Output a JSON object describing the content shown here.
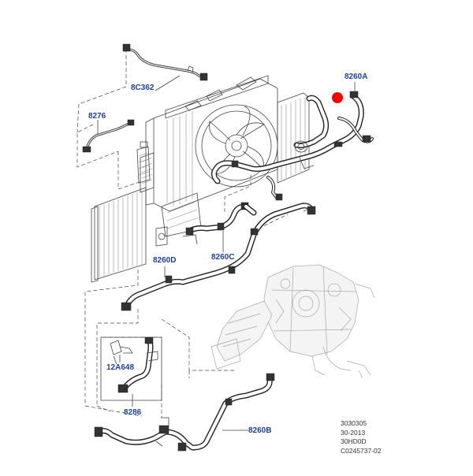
{
  "diagram": {
    "part_labels": {
      "p8c362": "8C362",
      "p8276": "8276",
      "p8260a": "8260A",
      "p8260c": "8260C",
      "p8260d": "8260D",
      "p12a648": "12A648",
      "p8286": "8286",
      "p8260b": "8260B"
    },
    "reference": {
      "line1": "3030305",
      "line2": "30-2013",
      "line3": "30HD0D",
      "line4": "C0245737-02"
    },
    "colors": {
      "label": "#1f3f9a",
      "hotspot": "#ff0000",
      "lines": "#222222"
    }
  }
}
